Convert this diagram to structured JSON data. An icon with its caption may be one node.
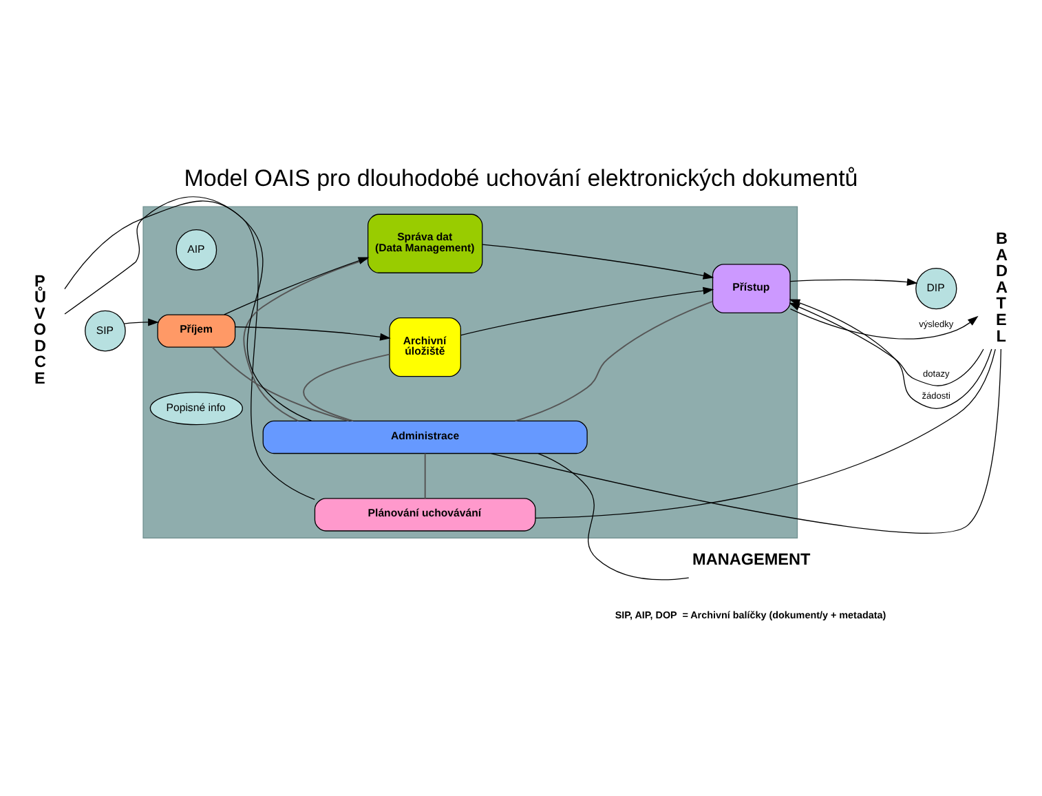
{
  "diagram": {
    "title": "Model OAIS pro dlouhodobé uchování elektronických dokumentů",
    "nodes": [
      {
        "text": [],
        "shape": "box"
      },
      {
        "text": [
          "Plánování uchovávání"
        ],
        "in": 0
      },
      {
        "text": [
          "Správa dat (Data Management)"
        ],
        "in": 0
      },
      {
        "text": [
          "Popisné info"
        ],
        "in": 0
      },
      {
        "text": [
          "SIP"
        ]
      },
      {
        "text": [
          "Příjem"
        ],
        "in": 0
      },
      {
        "text": [
          "AIP"
        ],
        "in": 0
      },
      {
        "text": [
          "Archivní úložiště"
        ],
        "in": 0
      },
      {
        "text": [
          "Přístup"
        ],
        "in": 0
      },
      {
        "text": [
          "DIP"
        ]
      },
      {
        "text": [
          "Administrace"
        ],
        "in": 0
      },
      {
        "text": [
          "PŮVODCE"
        ]
      },
      {
        "text": [
          "BADATEL"
        ]
      },
      {
        "text": [
          "MANAGEMENT"
        ]
      }
    ],
    "edges": [
      {
        "from": 4,
        "to": 5,
        "arrow": "to"
      },
      {
        "from": 5,
        "to": 2,
        "arrow": "to"
      },
      {
        "from": 5,
        "to": 7,
        "arrow": "to"
      },
      {
        "from": 2,
        "to": 8,
        "arrow": "to"
      },
      {
        "from": 7,
        "to": 8,
        "arrow": "to"
      },
      {
        "from": 12,
        "to": 8,
        "arrow": "to",
        "label": "dotazy"
      },
      {
        "from": 8,
        "to": 12,
        "arrow": "to",
        "label": "výsledky"
      },
      {
        "from": 12,
        "to": 8,
        "arrow": "to",
        "label": "žádosti"
      },
      {
        "from": 8,
        "to": 9,
        "arrow": "to"
      },
      {
        "from": 1,
        "to": 10,
        "arrow": "none"
      },
      {
        "from": 5,
        "to": 10,
        "arrow": "none"
      },
      {
        "from": 2,
        "to": 10,
        "arrow": "none"
      },
      {
        "from": 7,
        "to": 10,
        "arrow": "none"
      },
      {
        "from": 8,
        "to": 10,
        "arrow": "none"
      },
      {
        "from": 1,
        "to": 11,
        "arrow": "none"
      },
      {
        "from": 10,
        "to": 11,
        "arrow": "none"
      },
      {
        "from": 1,
        "to": 12,
        "arrow": "none"
      },
      {
        "from": 10,
        "to": 12,
        "arrow": "none"
      },
      {
        "from": 10,
        "to": 13,
        "arrow": "none"
      }
    ],
    "labels": [
      "SIP, AIP, DOP  = Archivní balíčky (dokument/y + metadata)"
    ]
  }
}
